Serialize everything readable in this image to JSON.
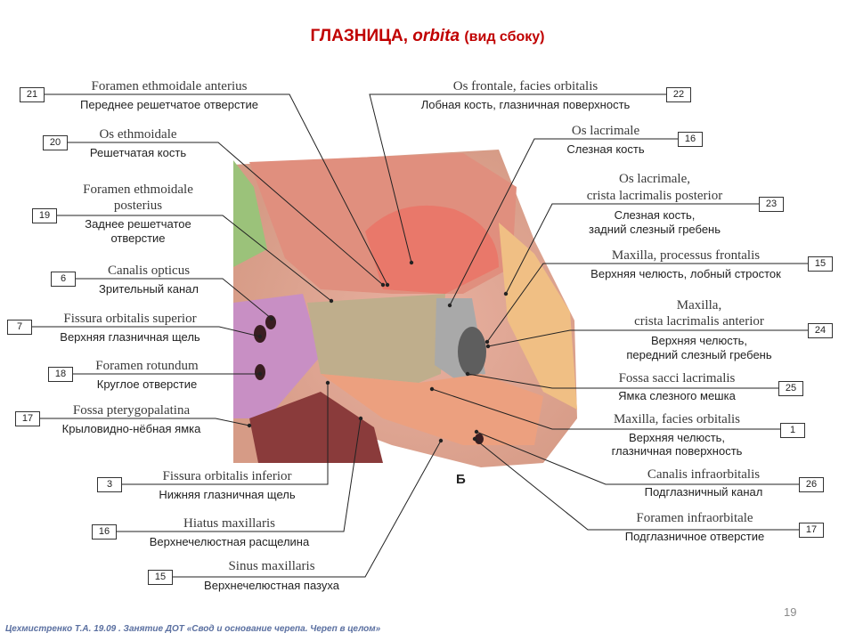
{
  "title": {
    "main": "ГЛАЗНИЦА,",
    "latin": "orbita",
    "sub": "(вид сбоку)"
  },
  "figure_mark": "Б",
  "page_number": "19",
  "footer": "Цехмистренко Т.А. 19.09 . Занятие ДОТ «Свод  и основание черепа. Череп в целом»",
  "labels": {
    "l21": {
      "num": "21",
      "lat": [
        "Foramen ethmoidale anterius"
      ],
      "ru": [
        "Переднее решетчатое отверстие"
      ]
    },
    "l20": {
      "num": "20",
      "lat": [
        "Os ethmoidale"
      ],
      "ru": [
        "Решетчатая кость"
      ]
    },
    "l19": {
      "num": "19",
      "lat": [
        "Foramen ethmoidale",
        "posterius"
      ],
      "ru": [
        "Заднее решетчатое",
        "отверстие"
      ]
    },
    "l6": {
      "num": "6",
      "lat": [
        "Canalis opticus"
      ],
      "ru": [
        "Зрительный канал"
      ]
    },
    "l7": {
      "num": "7",
      "lat": [
        "Fissura orbitalis superior"
      ],
      "ru": [
        "Верхняя глазничная щель"
      ]
    },
    "l18": {
      "num": "18",
      "lat": [
        "Foramen rotundum"
      ],
      "ru": [
        "Круглое отверстие"
      ]
    },
    "l17": {
      "num": "17",
      "lat": [
        "Fossa pterygopalatina"
      ],
      "ru": [
        "Крыловидно-нёбная ямка"
      ]
    },
    "l3": {
      "num": "3",
      "lat": [
        "Fissura orbitalis inferior"
      ],
      "ru": [
        "Нижняя глазничная щель"
      ]
    },
    "l16b": {
      "num": "16",
      "lat": [
        "Hiatus maxillaris"
      ],
      "ru": [
        "Верхнечелюстная расщелина"
      ]
    },
    "l15b": {
      "num": "15",
      "lat": [
        "Sinus maxillaris"
      ],
      "ru": [
        "Верхнечелюстная пазуха"
      ]
    },
    "l22": {
      "num": "22",
      "lat": [
        "Os frontale, facies orbitalis"
      ],
      "ru": [
        "Лобная кость, глазничная поверхность"
      ]
    },
    "l16": {
      "num": "16",
      "lat": [
        "Os lacrimale"
      ],
      "ru": [
        "Слезная кость"
      ]
    },
    "l23": {
      "num": "23",
      "lat": [
        "Os lacrimale,",
        "crista lacrimalis posterior"
      ],
      "ru": [
        "Слезная кость,",
        "задний слезный гребень"
      ]
    },
    "l15": {
      "num": "15",
      "lat": [
        "Maxilla, processus frontalis"
      ],
      "ru": [
        "Верхняя челюсть, лобный стросток"
      ]
    },
    "l24": {
      "num": "24",
      "lat": [
        "Maxilla,",
        "crista lacrimalis anterior"
      ],
      "ru": [
        "Верхняя челюсть,",
        "передний слезный гребень"
      ]
    },
    "l25": {
      "num": "25",
      "lat": [
        "Fossa sacci lacrimalis"
      ],
      "ru": [
        "Ямка слезного мешка"
      ]
    },
    "l1": {
      "num": "1",
      "lat": [
        "Maxilla, facies orbitalis"
      ],
      "ru": [
        "Верхняя челюсть,",
        "глазничная поверхность"
      ]
    },
    "l26": {
      "num": "26",
      "lat": [
        "Canalis infraorbitalis"
      ],
      "ru": [
        "Подглазничный канал"
      ]
    },
    "l27": {
      "num": "17",
      "lat": [
        "Foramen infraorbitale"
      ],
      "ru": [
        "Подглазничное отверстие"
      ]
    }
  }
}
